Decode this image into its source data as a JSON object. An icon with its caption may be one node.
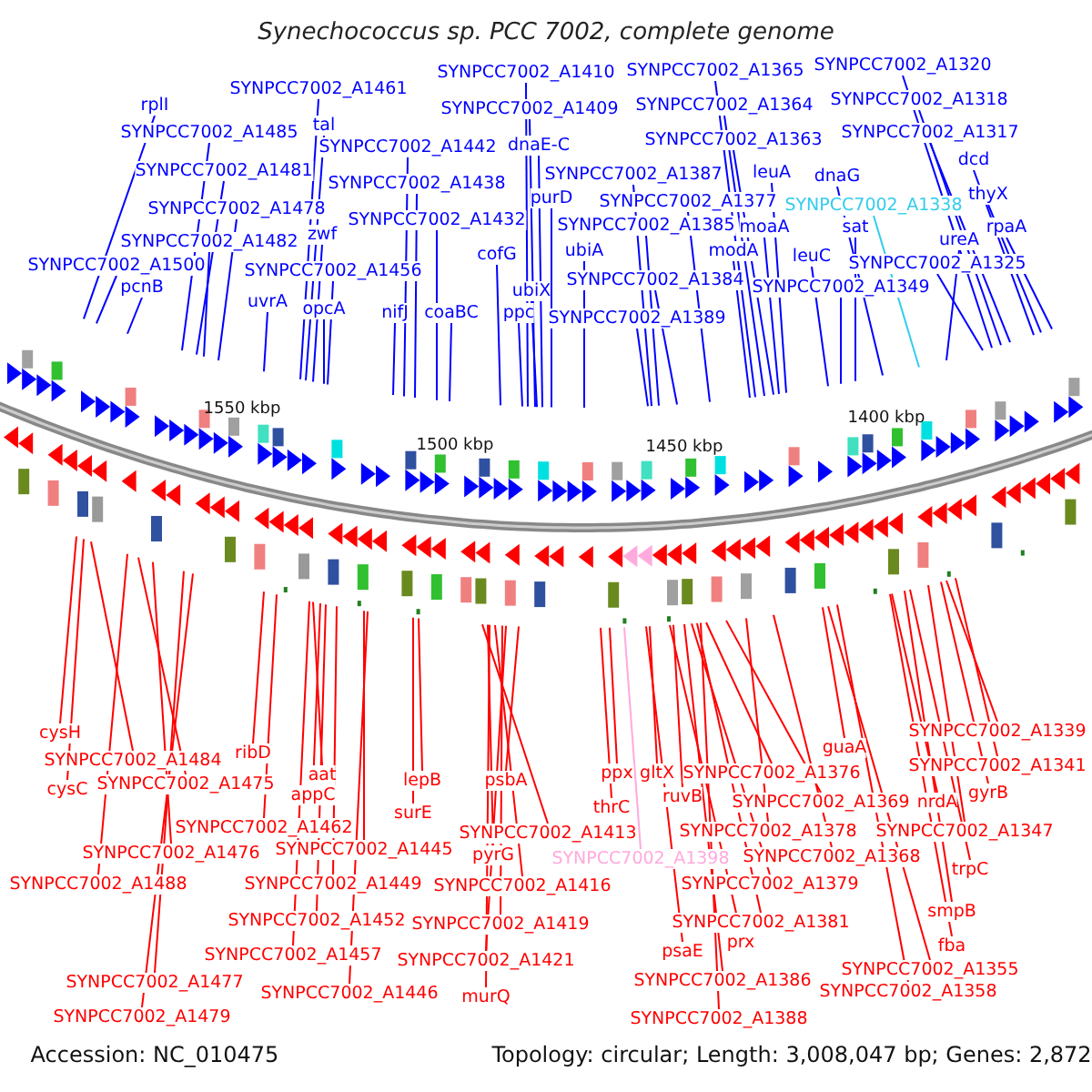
{
  "diagram": {
    "title": "Synechococcus sp. PCC 7002, complete genome",
    "nodes": [
      {
        "text": [
          "rplI"
        ]
      },
      {
        "text": [
          "SYNPCC7002_A1485"
        ]
      },
      {
        "text": [
          "SYNPCC7002_A1481"
        ]
      },
      {
        "text": [
          "SYNPCC7002_A1478"
        ]
      },
      {
        "text": [
          "SYNPCC7002_A1482"
        ]
      },
      {
        "text": [
          "SYNPCC7002_A1500"
        ]
      },
      {
        "text": [
          "pcnB"
        ]
      },
      {
        "text": [
          "SYNPCC7002_A1461"
        ]
      },
      {
        "text": [
          "tal"
        ]
      },
      {
        "text": [
          "SYNPCC7002_A1442"
        ]
      },
      {
        "text": [
          "SYNPCC7002_A1438"
        ]
      },
      {
        "text": [
          "zwf"
        ]
      },
      {
        "text": [
          "SYNPCC7002_A1432"
        ]
      },
      {
        "text": [
          "SYNPCC7002_A1456"
        ]
      },
      {
        "text": [
          "uvrA"
        ]
      },
      {
        "text": [
          "opcA"
        ]
      },
      {
        "text": [
          "nifJ"
        ]
      },
      {
        "text": [
          "coaBC"
        ]
      },
      {
        "text": [
          "cofG"
        ]
      },
      {
        "text": [
          "SYNPCC7002_A1410"
        ]
      },
      {
        "text": [
          "SYNPCC7002_A1409"
        ]
      },
      {
        "text": [
          "dnaE-C"
        ]
      },
      {
        "text": [
          "purD"
        ]
      },
      {
        "text": [
          "ubiX"
        ]
      },
      {
        "text": [
          "ppc"
        ]
      },
      {
        "text": [
          "SYNPCC7002_A1387"
        ]
      },
      {
        "text": [
          "SYNPCC7002_A1385"
        ]
      },
      {
        "text": [
          "ubiA"
        ]
      },
      {
        "text": [
          "SYNPCC7002_A1384"
        ]
      },
      {
        "text": [
          "SYNPCC7002_A1389"
        ]
      },
      {
        "text": [
          "SYNPCC7002_A1365"
        ]
      },
      {
        "text": [
          "SYNPCC7002_A1364"
        ]
      },
      {
        "text": [
          "SYNPCC7002_A1363"
        ]
      },
      {
        "text": [
          "SYNPCC7002_A1377"
        ]
      },
      {
        "text": [
          "leuA"
        ]
      },
      {
        "text": [
          "moaA"
        ]
      },
      {
        "text": [
          "modA"
        ]
      },
      {
        "text": [
          "leuC"
        ]
      },
      {
        "text": [
          "SYNPCC7002_A1349"
        ]
      },
      {
        "text": [
          "dnaG"
        ]
      },
      {
        "text": [
          "SYNPCC7002_A1338"
        ]
      },
      {
        "text": [
          "sat"
        ]
      },
      {
        "text": [
          "SYNPCC7002_A1320"
        ]
      },
      {
        "text": [
          "SYNPCC7002_A1318"
        ]
      },
      {
        "text": [
          "SYNPCC7002_A1317"
        ]
      },
      {
        "text": [
          "dcd"
        ]
      },
      {
        "text": [
          "thyX"
        ]
      },
      {
        "text": [
          "rpaA"
        ]
      },
      {
        "text": [
          "ureA"
        ]
      },
      {
        "text": [
          "SYNPCC7002_A1325"
        ]
      },
      {
        "text": [
          "cysH"
        ]
      },
      {
        "text": [
          "SYNPCC7002_A1484"
        ]
      },
      {
        "text": [
          "cysC"
        ]
      },
      {
        "text": [
          "SYNPCC7002_A1475"
        ]
      },
      {
        "text": [
          "SYNPCC7002_A1488"
        ]
      },
      {
        "text": [
          "SYNPCC7002_A1476"
        ]
      },
      {
        "text": [
          "SYNPCC7002_A1477"
        ]
      },
      {
        "text": [
          "SYNPCC7002_A1479"
        ]
      },
      {
        "text": [
          "ribD"
        ]
      },
      {
        "text": [
          "aat"
        ]
      },
      {
        "text": [
          "appC"
        ]
      },
      {
        "text": [
          "SYNPCC7002_A1462"
        ]
      },
      {
        "text": [
          "SYNPCC7002_A1445"
        ]
      },
      {
        "text": [
          "SYNPCC7002_A1449"
        ]
      },
      {
        "text": [
          "SYNPCC7002_A1452"
        ]
      },
      {
        "text": [
          "SYNPCC7002_A1457"
        ]
      },
      {
        "text": [
          "SYNPCC7002_A1446"
        ]
      },
      {
        "text": [
          "lepB"
        ]
      },
      {
        "text": [
          "surE"
        ]
      },
      {
        "text": [
          "psbA"
        ]
      },
      {
        "text": [
          "SYNPCC7002_A1413"
        ]
      },
      {
        "text": [
          "pyrG"
        ]
      },
      {
        "text": [
          "SYNPCC7002_A1416"
        ]
      },
      {
        "text": [
          "SYNPCC7002_A1419"
        ]
      },
      {
        "text": [
          "SYNPCC7002_A1421"
        ]
      },
      {
        "text": [
          "murQ"
        ]
      },
      {
        "text": [
          "ppx"
        ]
      },
      {
        "text": [
          "thrC"
        ]
      },
      {
        "text": [
          "SYNPCC7002_A1398"
        ]
      },
      {
        "text": [
          "gltX"
        ]
      },
      {
        "text": [
          "ruvB"
        ]
      },
      {
        "text": [
          "SYNPCC7002_A1376"
        ]
      },
      {
        "text": [
          "SYNPCC7002_A1369"
        ]
      },
      {
        "text": [
          "SYNPCC7002_A1378"
        ]
      },
      {
        "text": [
          "SYNPCC7002_A1368"
        ]
      },
      {
        "text": [
          "SYNPCC7002_A1379"
        ]
      },
      {
        "text": [
          "SYNPCC7002_A1381"
        ]
      },
      {
        "text": [
          "prx"
        ]
      },
      {
        "text": [
          "psaE"
        ]
      },
      {
        "text": [
          "SYNPCC7002_A1386"
        ]
      },
      {
        "text": [
          "SYNPCC7002_A1388"
        ]
      },
      {
        "text": [
          "guaA"
        ]
      },
      {
        "text": [
          "nrdA"
        ]
      },
      {
        "text": [
          "SYNPCC7002_A1339"
        ]
      },
      {
        "text": [
          "SYNPCC7002_A1341"
        ]
      },
      {
        "text": [
          "gyrB"
        ]
      },
      {
        "text": [
          "SYNPCC7002_A1347"
        ]
      },
      {
        "text": [
          "trpC"
        ]
      },
      {
        "text": [
          "smpB"
        ]
      },
      {
        "text": [
          "fba"
        ]
      },
      {
        "text": [
          "SYNPCC7002_A1355"
        ]
      },
      {
        "text": [
          "SYNPCC7002_A1358"
        ]
      }
    ],
    "edges": [
      {
        "from": 0,
        "to": null,
        "arrow": "none",
        "color": "#0000ff"
      },
      {
        "from": 1,
        "to": null,
        "arrow": "none",
        "color": "#0000ff"
      },
      {
        "from": 2,
        "to": null,
        "arrow": "none",
        "color": "#0000ff"
      },
      {
        "from": 3,
        "to": null,
        "arrow": "none",
        "color": "#0000ff"
      },
      {
        "from": 4,
        "to": null,
        "arrow": "none",
        "color": "#0000ff"
      },
      {
        "from": 5,
        "to": null,
        "arrow": "none",
        "color": "#0000ff"
      },
      {
        "from": 6,
        "to": null,
        "arrow": "none",
        "color": "#0000ff"
      },
      {
        "from": 7,
        "to": null,
        "arrow": "none",
        "color": "#0000ff"
      },
      {
        "from": 8,
        "to": null,
        "arrow": "none",
        "color": "#0000ff"
      },
      {
        "from": 9,
        "to": null,
        "arrow": "none",
        "color": "#0000ff"
      },
      {
        "from": 10,
        "to": null,
        "arrow": "none",
        "color": "#0000ff"
      },
      {
        "from": 11,
        "to": null,
        "arrow": "none",
        "color": "#0000ff"
      },
      {
        "from": 12,
        "to": null,
        "arrow": "none",
        "color": "#0000ff"
      },
      {
        "from": 13,
        "to": null,
        "arrow": "none",
        "color": "#0000ff"
      },
      {
        "from": 14,
        "to": null,
        "arrow": "none",
        "color": "#0000ff"
      },
      {
        "from": 15,
        "to": null,
        "arrow": "none",
        "color": "#0000ff"
      },
      {
        "from": 16,
        "to": null,
        "arrow": "none",
        "color": "#0000ff"
      },
      {
        "from": 17,
        "to": null,
        "arrow": "none",
        "color": "#0000ff"
      },
      {
        "from": 18,
        "to": null,
        "arrow": "none",
        "color": "#0000ff"
      },
      {
        "from": 19,
        "to": null,
        "arrow": "none",
        "color": "#0000ff"
      },
      {
        "from": 20,
        "to": null,
        "arrow": "none",
        "color": "#0000ff"
      },
      {
        "from": 21,
        "to": null,
        "arrow": "none",
        "color": "#0000ff"
      },
      {
        "from": 22,
        "to": null,
        "arrow": "none",
        "color": "#0000ff"
      },
      {
        "from": 23,
        "to": null,
        "arrow": "none",
        "color": "#0000ff"
      },
      {
        "from": 24,
        "to": null,
        "arrow": "none",
        "color": "#0000ff"
      },
      {
        "from": 25,
        "to": null,
        "arrow": "none",
        "color": "#0000ff"
      },
      {
        "from": 26,
        "to": null,
        "arrow": "none",
        "color": "#0000ff"
      },
      {
        "from": 27,
        "to": null,
        "arrow": "none",
        "color": "#0000ff"
      },
      {
        "from": 28,
        "to": null,
        "arrow": "none",
        "color": "#0000ff"
      },
      {
        "from": 29,
        "to": null,
        "arrow": "none",
        "color": "#0000ff"
      },
      {
        "from": 30,
        "to": null,
        "arrow": "none",
        "color": "#0000ff"
      },
      {
        "from": 31,
        "to": null,
        "arrow": "none",
        "color": "#0000ff"
      },
      {
        "from": 32,
        "to": null,
        "arrow": "none",
        "color": "#0000ff"
      },
      {
        "from": 33,
        "to": null,
        "arrow": "none",
        "color": "#0000ff"
      },
      {
        "from": 34,
        "to": null,
        "arrow": "none",
        "color": "#0000ff"
      },
      {
        "from": 35,
        "to": null,
        "arrow": "none",
        "color": "#0000ff"
      },
      {
        "from": 36,
        "to": null,
        "arrow": "none",
        "color": "#0000ff"
      },
      {
        "from": 37,
        "to": null,
        "arrow": "none",
        "color": "#0000ff"
      },
      {
        "from": 38,
        "to": null,
        "arrow": "none",
        "color": "#0000ff"
      },
      {
        "from": 39,
        "to": null,
        "arrow": "none",
        "color": "#0000ff"
      },
      {
        "from": 40,
        "to": null,
        "arrow": "none",
        "color": "#33ccee"
      },
      {
        "from": 41,
        "to": null,
        "arrow": "none",
        "color": "#0000ff"
      },
      {
        "from": 42,
        "to": null,
        "arrow": "none",
        "color": "#0000ff"
      },
      {
        "from": 43,
        "to": null,
        "arrow": "none",
        "color": "#0000ff"
      },
      {
        "from": 44,
        "to": null,
        "arrow": "none",
        "color": "#0000ff"
      },
      {
        "from": 45,
        "to": null,
        "arrow": "none",
        "color": "#0000ff"
      },
      {
        "from": 46,
        "to": null,
        "arrow": "none",
        "color": "#0000ff"
      },
      {
        "from": 47,
        "to": null,
        "arrow": "none",
        "color": "#0000ff"
      },
      {
        "from": 48,
        "to": null,
        "arrow": "none",
        "color": "#0000ff"
      },
      {
        "from": 49,
        "to": null,
        "arrow": "none",
        "color": "#0000ff"
      },
      {
        "from": 50,
        "to": null,
        "arrow": "none"
      },
      {
        "from": 51,
        "to": null,
        "arrow": "none"
      },
      {
        "from": 52,
        "to": null,
        "arrow": "none"
      },
      {
        "from": 53,
        "to": null,
        "arrow": "none"
      },
      {
        "from": 54,
        "to": null,
        "arrow": "none"
      },
      {
        "from": 55,
        "to": null,
        "arrow": "none"
      },
      {
        "from": 56,
        "to": null,
        "arrow": "none"
      },
      {
        "from": 57,
        "to": null,
        "arrow": "none"
      },
      {
        "from": 58,
        "to": null,
        "arrow": "none"
      },
      {
        "from": 59,
        "to": null,
        "arrow": "none"
      },
      {
        "from": 60,
        "to": null,
        "arrow": "none"
      },
      {
        "from": 61,
        "to": null,
        "arrow": "none"
      },
      {
        "from": 62,
        "to": null,
        "arrow": "none"
      },
      {
        "from": 63,
        "to": null,
        "arrow": "none"
      },
      {
        "from": 64,
        "to": null,
        "arrow": "none"
      },
      {
        "from": 65,
        "to": null,
        "arrow": "none"
      },
      {
        "from": 66,
        "to": null,
        "arrow": "none"
      },
      {
        "from": 67,
        "to": null,
        "arrow": "none"
      },
      {
        "from": 68,
        "to": null,
        "arrow": "none"
      },
      {
        "from": 69,
        "to": null,
        "arrow": "none"
      },
      {
        "from": 70,
        "to": null,
        "arrow": "none"
      },
      {
        "from": 71,
        "to": null,
        "arrow": "none"
      },
      {
        "from": 72,
        "to": null,
        "arrow": "none"
      },
      {
        "from": 73,
        "to": null,
        "arrow": "none"
      },
      {
        "from": 74,
        "to": null,
        "arrow": "none"
      },
      {
        "from": 75,
        "to": null,
        "arrow": "none"
      },
      {
        "from": 76,
        "to": null,
        "arrow": "none"
      },
      {
        "from": 77,
        "to": null,
        "arrow": "none"
      },
      {
        "from": 78,
        "to": null,
        "arrow": "none",
        "color": "#ffaadd"
      },
      {
        "from": 79,
        "to": null,
        "arrow": "none"
      },
      {
        "from": 80,
        "to": null,
        "arrow": "none"
      },
      {
        "from": 81,
        "to": null,
        "arrow": "none"
      },
      {
        "from": 82,
        "to": null,
        "arrow": "none"
      },
      {
        "from": 83,
        "to": null,
        "arrow": "none"
      },
      {
        "from": 84,
        "to": null,
        "arrow": "none"
      },
      {
        "from": 85,
        "to": null,
        "arrow": "none"
      },
      {
        "from": 86,
        "to": null,
        "arrow": "none"
      },
      {
        "from": 87,
        "to": null,
        "arrow": "none"
      },
      {
        "from": 88,
        "to": null,
        "arrow": "none"
      },
      {
        "from": 89,
        "to": null,
        "arrow": "none"
      },
      {
        "from": 90,
        "to": null,
        "arrow": "none"
      },
      {
        "from": 91,
        "to": null,
        "arrow": "none"
      },
      {
        "from": 92,
        "to": null,
        "arrow": "none"
      },
      {
        "from": 93,
        "to": null,
        "arrow": "none"
      },
      {
        "from": 94,
        "to": null,
        "arrow": "none"
      },
      {
        "from": 95,
        "to": null,
        "arrow": "none"
      },
      {
        "from": 96,
        "to": null,
        "arrow": "none"
      },
      {
        "from": 97,
        "to": null,
        "arrow": "none"
      },
      {
        "from": 98,
        "to": null,
        "arrow": "none"
      },
      {
        "from": 99,
        "to": null,
        "arrow": "none"
      },
      {
        "from": 100,
        "to": null,
        "arrow": "none"
      },
      {
        "from": 101,
        "to": null,
        "arrow": "none"
      }
    ],
    "labels": [
      "1550 kbp",
      "1500 kbp",
      "1450 kbp",
      "1400 kbp",
      "Accession: NC_010475",
      "Topology: circular; Length: 3,008,047 bp; Genes: 2,872"
    ]
  }
}
